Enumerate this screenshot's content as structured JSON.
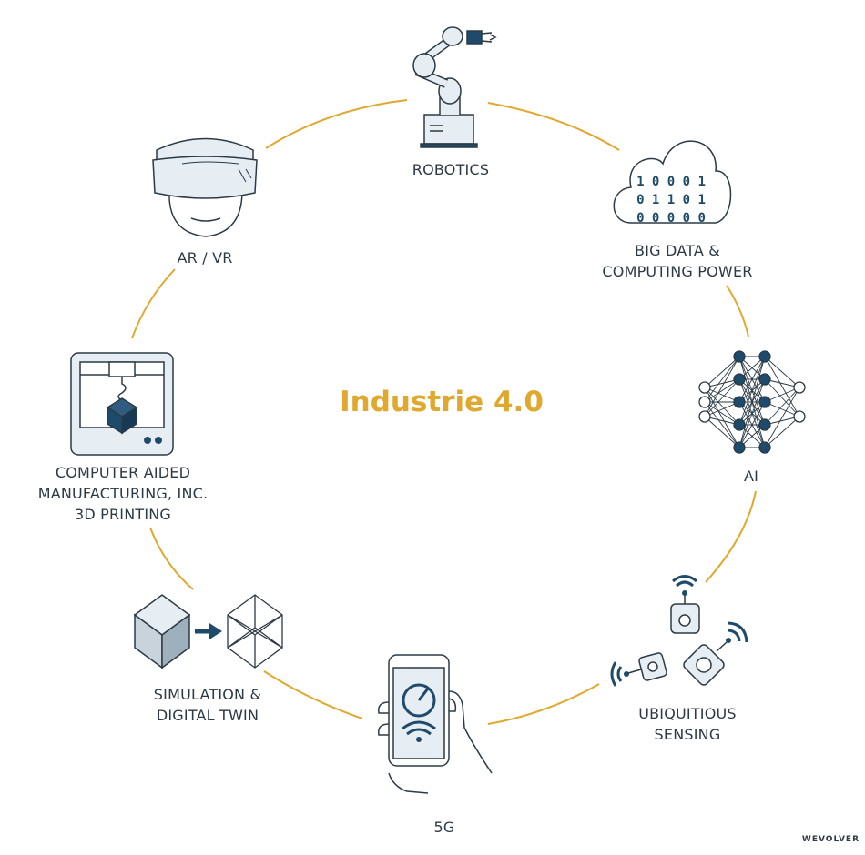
{
  "title": "Industrie 4.0",
  "credit": "WEVOLVER",
  "nodes": {
    "robotics": "ROBOTICS",
    "big_data": "BIG DATA &\nCOMPUTING POWER",
    "ai": "AI",
    "sensing": "UBIQUITIOUS\nSENSING",
    "fiveg": "5G",
    "simulation": "SIMULATION &\nDIGITAL TWIN",
    "cam": "COMPUTER AIDED\nMANUFACTURING, INC.\n3D PRINTING",
    "arvr": "AR / VR"
  },
  "binary": [
    "1 0 0 0 1",
    "0 1 1 0 1",
    "0 0 0 0 0"
  ],
  "colors": {
    "accent": "#e0a82e",
    "navy": "#1e4a6b",
    "line": "#2b3a45",
    "light": "#e6edf3"
  }
}
